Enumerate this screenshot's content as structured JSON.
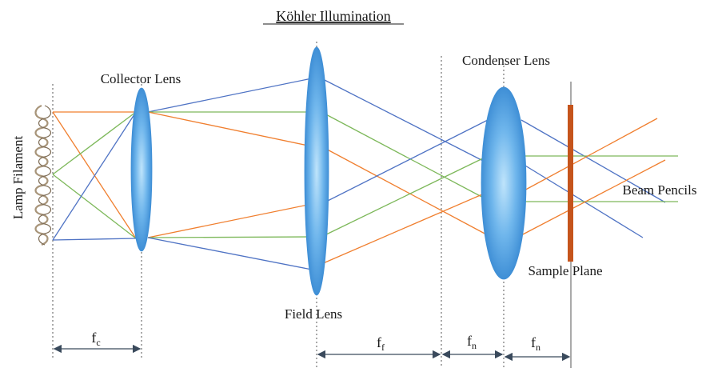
{
  "title": "Köhler Illumination",
  "labels": {
    "lamp_filament": "Lamp Filament",
    "collector_lens": "Collector Lens",
    "field_lens": "Field Lens",
    "condenser_lens": "Condenser Lens",
    "sample_plane": "Sample Plane",
    "beam_pencils": "Beam Pencils"
  },
  "distances": {
    "fc": {
      "main": "f",
      "sub": "c"
    },
    "ff": {
      "main": "f",
      "sub": "f"
    },
    "fn1": {
      "main": "f",
      "sub": "n"
    },
    "fn2": {
      "main": "f",
      "sub": "n"
    }
  },
  "colors": {
    "ray_orange": "#F07F2F",
    "ray_green": "#7DB85A",
    "ray_blue": "#4F73C4",
    "lens_blue": "#5AA9E6",
    "sample_plate": "#C5541C",
    "filament": "#A8957A",
    "dimension": "#3A4A5C"
  }
}
